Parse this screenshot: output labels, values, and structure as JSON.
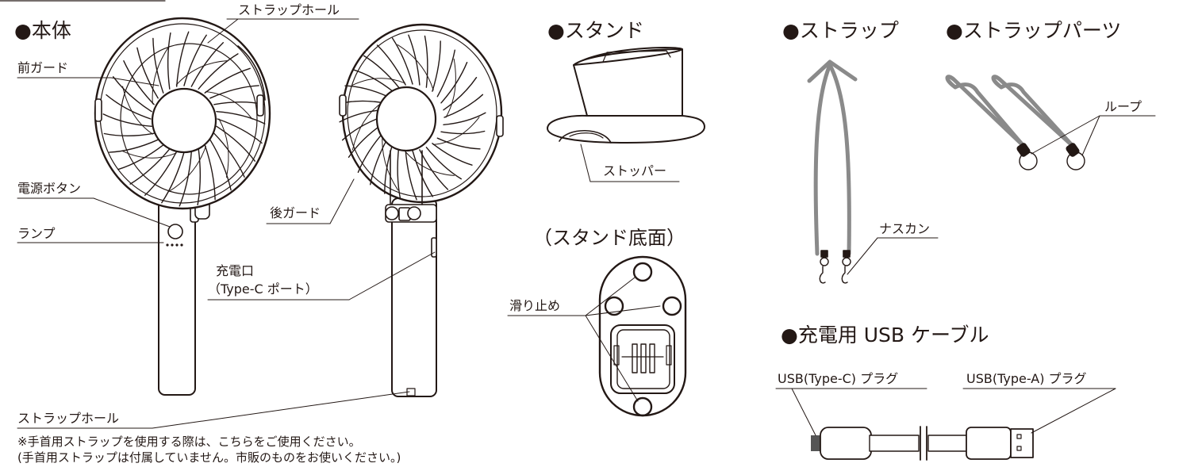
{
  "headings": {
    "body": "●本体",
    "stand": "●スタンド",
    "stand_bottom": "（スタンド底面）",
    "strap": "●ストラップ",
    "strap_parts": "●ストラップパーツ",
    "usb_cable": "●充電用 USB ケーブル"
  },
  "labels": {
    "strap_hole_top": "ストラップホール",
    "front_guard": "前ガード",
    "power_button": "電源ボタン",
    "lamp": "ランプ",
    "rear_guard": "後ガード",
    "charge_port_line1": "充電口",
    "charge_port_line2": "（Type-C ポート）",
    "strap_hole_bottom": "ストラップホール",
    "stopper": "ストッパー",
    "anti_slip": "滑り止め",
    "loop": "ループ",
    "snap_hook": "ナスカン",
    "usb_c_plug": "USB(Type-C) プラグ",
    "usb_a_plug": "USB(Type-A) プラグ"
  },
  "notes": {
    "line1": "※手首用ストラップを使用する際は、こちらをご使用ください。",
    "line2": "(手首用ストラップは付属していません。市販のものをお使いください。)"
  }
}
